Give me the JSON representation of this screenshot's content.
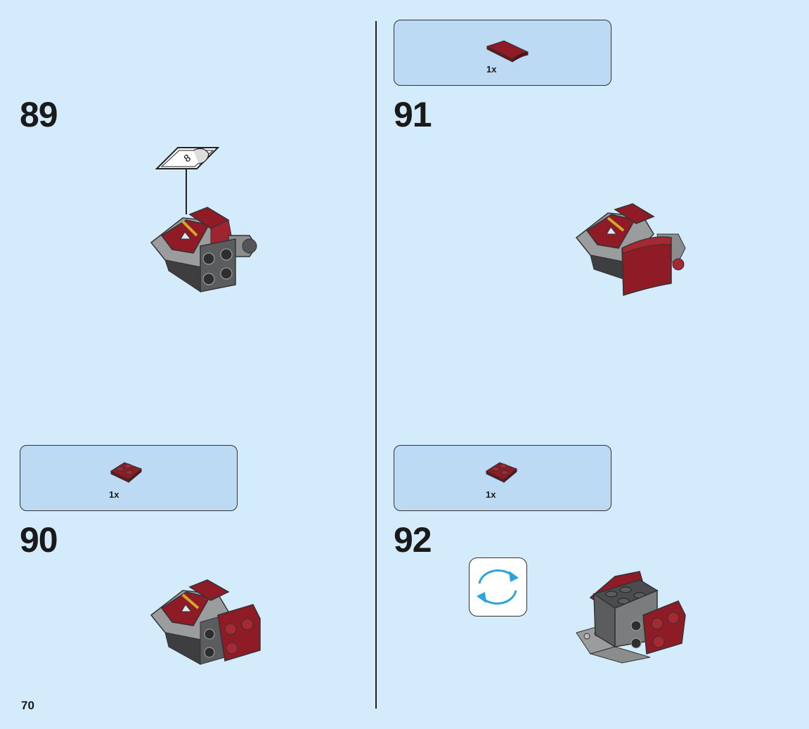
{
  "page_number": "70",
  "steps": [
    {
      "number": "89"
    },
    {
      "number": "90",
      "part_qty": "1x"
    },
    {
      "number": "91",
      "part_qty": "1x"
    },
    {
      "number": "92",
      "part_qty": "1x"
    }
  ],
  "sticker_label": "8",
  "icons": {
    "rotate": "rotate-model-icon"
  },
  "colors": {
    "background": "#d3ebfa",
    "parts_box": "#bcdaf3",
    "brick_red": "#8e1b26",
    "brick_gray": "#8a8c8e",
    "brick_dark": "#4a4c4e",
    "rotate_arrow": "#2aa4dc"
  }
}
